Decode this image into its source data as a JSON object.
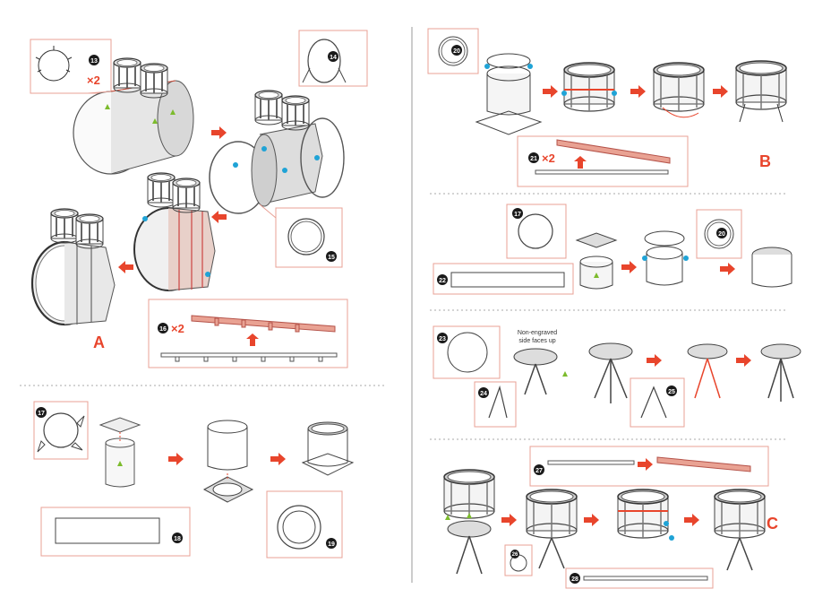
{
  "colors": {
    "accent_red": "#e8452c",
    "callout_border": "#e8a095",
    "step_badge": "#1a1a1a",
    "dot_blue": "#1fa3d6",
    "dot_green": "#7cbb2c",
    "part_line": "#555555",
    "divider": "#aaaaaa"
  },
  "sections": {
    "A": {
      "letter": "A",
      "steps": [
        "13",
        "14",
        "15",
        "16"
      ],
      "multipliers": {
        "13": "×2",
        "16": "×2"
      }
    },
    "left_lower": {
      "steps": [
        "17",
        "18",
        "19"
      ]
    },
    "B": {
      "letter": "B",
      "steps": [
        "20",
        "21"
      ],
      "multipliers": {
        "21": "×2"
      }
    },
    "right_2": {
      "steps": [
        "17",
        "20",
        "22"
      ]
    },
    "right_3": {
      "steps": [
        "23",
        "24",
        "25"
      ],
      "note_line1": "Non-engraved",
      "note_line2": "side faces up"
    },
    "C": {
      "letter": "C",
      "steps": [
        "26",
        "27",
        "28"
      ]
    }
  },
  "icons": [
    "arrow-right-icon",
    "arrow-left-icon",
    "arrow-up-icon"
  ]
}
